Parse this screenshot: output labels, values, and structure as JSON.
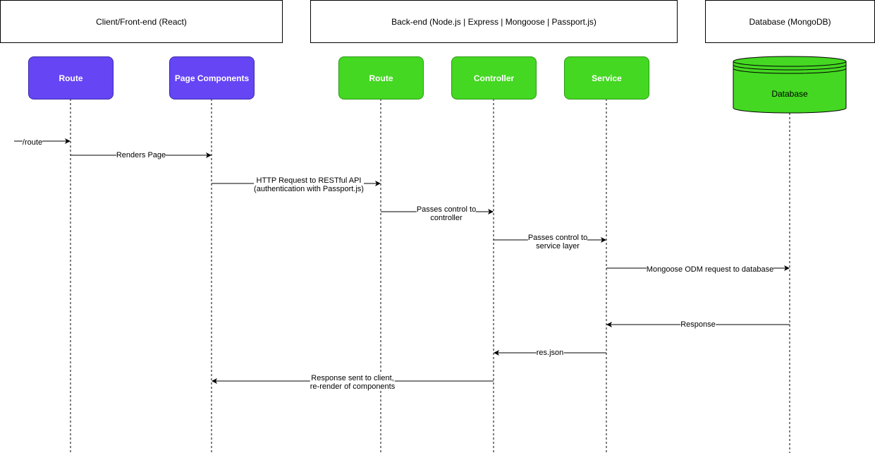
{
  "groups": {
    "client": "Client/Front-end (React)",
    "backend": "Back-end (Node.js | Express | Mongoose | Passport.js)",
    "database": "Database (MongoDB)"
  },
  "actors": {
    "client_route": "Route",
    "page_components": "Page Components",
    "backend_route": "Route",
    "controller": "Controller",
    "service": "Service",
    "database": "Database"
  },
  "messages": {
    "entry": "/route",
    "renders_page": "Renders Page",
    "http_request": "HTTP Request to RESTful API\n(authentication with Passport.js)",
    "to_controller": "Passes control to\ncontroller",
    "to_service": "Passes control to\nservice layer",
    "odm_request": "Mongoose ODM request to database",
    "response": "Response",
    "res_json": "res.json",
    "response_client": "Response sent to client,\nre-render of components"
  },
  "colors": {
    "client_actor_fill": "#6645f5",
    "client_actor_stroke": "#3d28a8",
    "backend_actor_fill": "#44d822",
    "backend_actor_stroke": "#2a9a12",
    "line": "#000000"
  }
}
